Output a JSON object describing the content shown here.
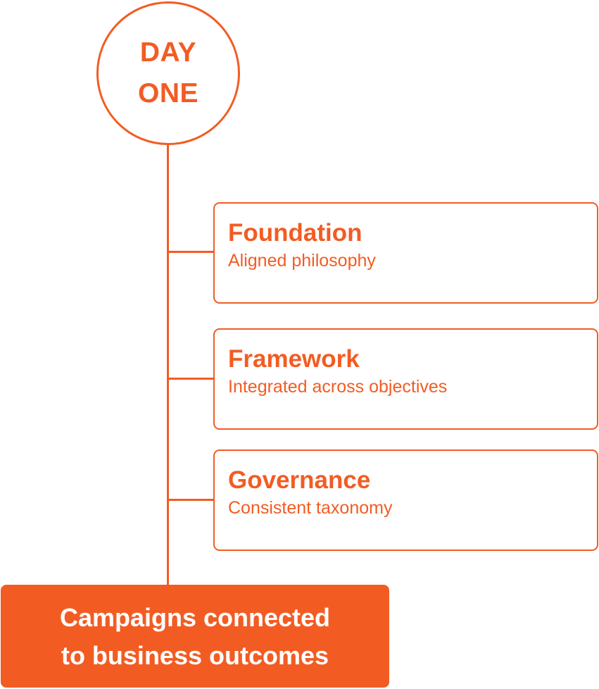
{
  "colors": {
    "accent": "#F25C23",
    "background": "#FFFFFF",
    "outcome_text": "#FFFFFF"
  },
  "start_node": {
    "lines": [
      "DAY",
      "ONE"
    ]
  },
  "steps": [
    {
      "title": "Foundation",
      "subtitle": "Aligned philosophy"
    },
    {
      "title": "Framework",
      "subtitle": "Integrated across objectives"
    },
    {
      "title": "Governance",
      "subtitle": "Consistent taxonomy"
    }
  ],
  "outcome": {
    "lines": [
      "Campaigns connected",
      "to business outcomes"
    ]
  }
}
